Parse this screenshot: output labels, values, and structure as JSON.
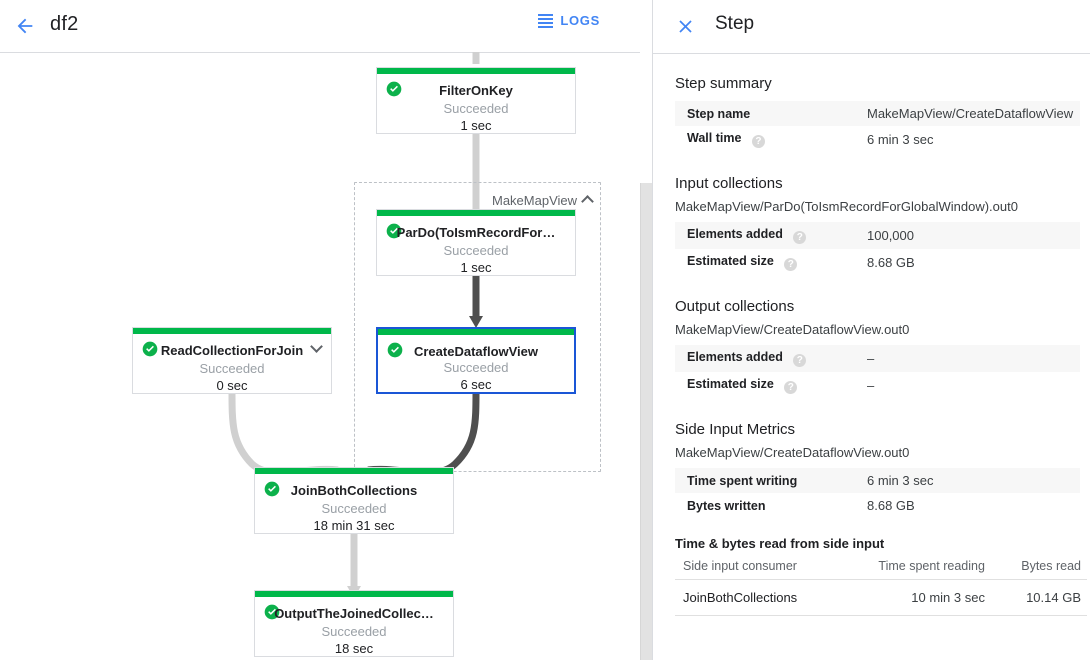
{
  "graph_toolbar": {
    "back_icon": "arrow-left-icon",
    "job_title": "df2",
    "logs_label": "LOGS",
    "logs_icon": "logs-hamburger-icon"
  },
  "graph": {
    "group": {
      "label": "MakeMapView",
      "collapse_icon": "chevron-up-icon"
    },
    "nodes": [
      {
        "id": "filter-on-key",
        "title": "FilterOnKey",
        "status": "Succeeded",
        "duration": "1 sec",
        "status_icon": "check-circle-icon",
        "selected": false,
        "expandable": false
      },
      {
        "id": "pardo-toismrecordfor",
        "title": "ParDo(ToIsmRecordFor…",
        "status": "Succeeded",
        "duration": "1 sec",
        "status_icon": "check-circle-icon",
        "selected": false,
        "expandable": false
      },
      {
        "id": "read-collection-for-join",
        "title": "ReadCollectionForJoin",
        "status": "Succeeded",
        "duration": "0 sec",
        "status_icon": "check-circle-icon",
        "selected": false,
        "expandable": true,
        "expand_icon": "chevron-down-icon"
      },
      {
        "id": "create-dataflow-view",
        "title": "CreateDataflowView",
        "status": "Succeeded",
        "duration": "6 sec",
        "status_icon": "check-circle-icon",
        "selected": true,
        "expandable": false
      },
      {
        "id": "join-both-collections",
        "title": "JoinBothCollections",
        "status": "Succeeded",
        "duration": "18 min 31 sec",
        "status_icon": "check-circle-icon",
        "selected": false,
        "expandable": false
      },
      {
        "id": "output-the-joined-collec",
        "title": "OutputTheJoinedCollec…",
        "status": "Succeeded",
        "duration": "18 sec",
        "status_icon": "check-circle-icon",
        "selected": false,
        "expandable": false
      }
    ],
    "colors": {
      "status_bar": "#00b84a",
      "selected_border": "#1a56d6",
      "edge_dim": "#d0d0d0",
      "edge_highlight": "#4f4f4f"
    }
  },
  "details": {
    "close_icon": "close-icon",
    "title": "Step",
    "step_summary": {
      "heading": "Step summary",
      "rows": [
        {
          "key": "Step name",
          "value": "MakeMapView/CreateDataflowView",
          "help": false
        },
        {
          "key": "Wall time",
          "value": "6 min 3 sec",
          "help": true
        }
      ]
    },
    "input_collections": {
      "heading": "Input collections",
      "collection": "MakeMapView/ParDo(ToIsmRecordForGlobalWindow).out0",
      "rows": [
        {
          "key": "Elements added",
          "value": "100,000",
          "help": true
        },
        {
          "key": "Estimated size",
          "value": "8.68 GB",
          "help": true
        }
      ]
    },
    "output_collections": {
      "heading": "Output collections",
      "collection": "MakeMapView/CreateDataflowView.out0",
      "rows": [
        {
          "key": "Elements added",
          "value": "–",
          "help": true
        },
        {
          "key": "Estimated size",
          "value": "–",
          "help": true
        }
      ]
    },
    "side_input_metrics": {
      "heading": "Side Input Metrics",
      "collection": "MakeMapView/CreateDataflowView.out0",
      "rows": [
        {
          "key": "Time spent writing",
          "value": "6 min 3 sec",
          "help": false
        },
        {
          "key": "Bytes written",
          "value": "8.68 GB",
          "help": false
        }
      ],
      "table": {
        "heading": "Time & bytes read from side input",
        "columns": [
          "Side input consumer",
          "Time spent reading",
          "Bytes read"
        ],
        "rows": [
          {
            "consumer": "JoinBothCollections",
            "time_spent_reading": "10 min 3 sec",
            "bytes_read": "10.14 GB"
          }
        ]
      }
    }
  }
}
